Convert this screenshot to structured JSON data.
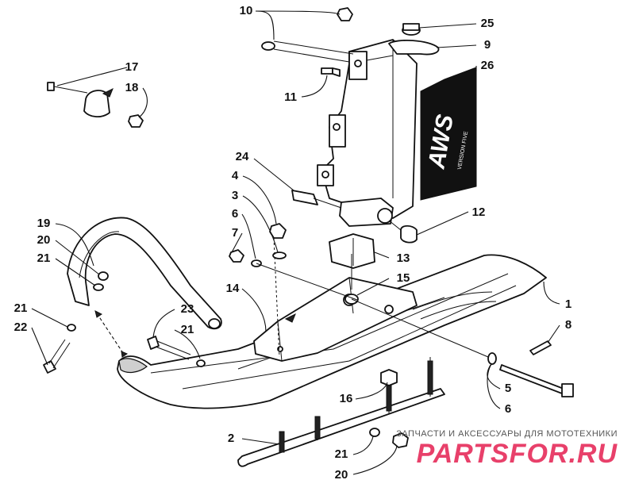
{
  "callouts": [
    "1",
    "2",
    "3",
    "4",
    "5",
    "6",
    "6",
    "7",
    "8",
    "9",
    "10",
    "11",
    "12",
    "13",
    "14",
    "15",
    "16",
    "17",
    "18",
    "19",
    "20",
    "20",
    "21",
    "21",
    "21",
    "21",
    "22",
    "23",
    "24",
    "25",
    "26"
  ],
  "decal_text": "AWS",
  "decal_subtext": "VERSION FIVE",
  "watermark": {
    "tagline": "ЗАПЧАСТИ И АКСЕССУАРЫ ДЛЯ МОТОТЕХНИКИ",
    "logo": "PARTSFOR.RU",
    "logo_color": "#e8406a"
  }
}
